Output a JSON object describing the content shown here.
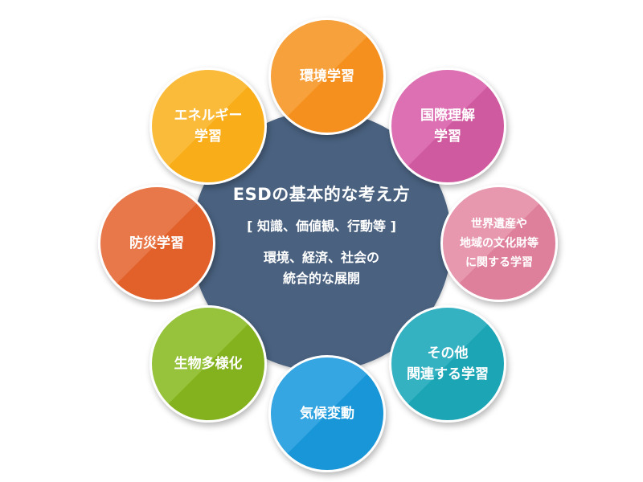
{
  "center": {
    "title": "ESDの基本的な考え方",
    "subtitle": "[ 知識、価値観、行動等 ]",
    "body_line1": "環境、経済、社会の",
    "body_line2": "統合的な展開"
  },
  "topics": [
    {
      "id": "environment",
      "label": "環境学習",
      "color_light": "#f7a13c",
      "color_dark": "#f5901e"
    },
    {
      "id": "international",
      "label": "国際理解\n学習",
      "color_light": "#dc70b2",
      "color_dark": "#d05a9f"
    },
    {
      "id": "heritage",
      "label": "世界遺産や\n地域の文化財等\nに関する学習",
      "color_light": "#e797ae",
      "color_dark": "#de7f9b"
    },
    {
      "id": "other",
      "label": "その他\n関連する学習",
      "color_light": "#35b2c2",
      "color_dark": "#1ba5b5"
    },
    {
      "id": "climate",
      "label": "気候変動",
      "color_light": "#35a6e2",
      "color_dark": "#1996d8"
    },
    {
      "id": "biodiversity",
      "label": "生物多様化",
      "color_light": "#96c23c",
      "color_dark": "#84b21e"
    },
    {
      "id": "disaster",
      "label": "防災学習",
      "color_light": "#e8784a",
      "color_dark": "#e2602a"
    },
    {
      "id": "energy",
      "label": "エネルギー\n学習",
      "color_light": "#fbbb3a",
      "color_dark": "#f9ad18"
    }
  ]
}
